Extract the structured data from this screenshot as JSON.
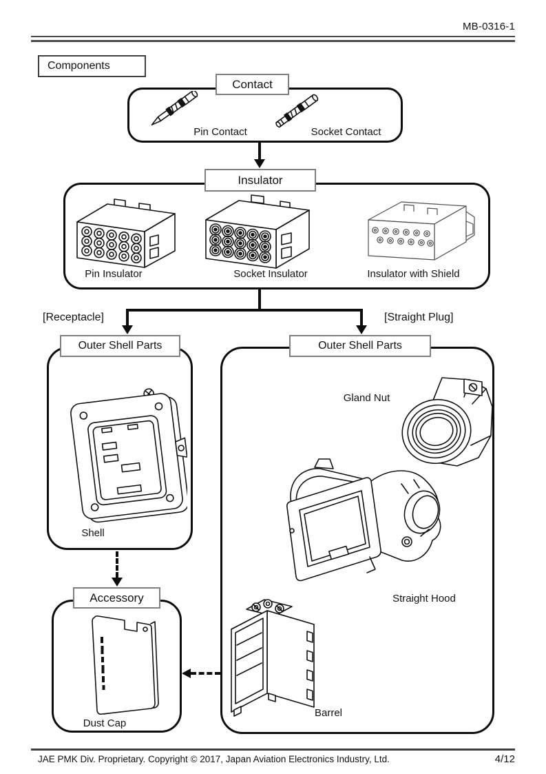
{
  "page": {
    "doc_number": "MB-0316-1",
    "title": "Components",
    "footer": {
      "copyright": "JAE PMK Div. Proprietary. Copyright ©  2017, Japan Aviation Electronics Industry, Ltd.",
      "page_number": "4/12"
    }
  },
  "diagram": {
    "contact": {
      "label": "Contact",
      "items": [
        {
          "label": "Pin Contact"
        },
        {
          "label": "Socket Contact"
        }
      ]
    },
    "insulator": {
      "label": "Insulator",
      "items": [
        {
          "label": "Pin Insulator"
        },
        {
          "label": "Socket Insulator"
        },
        {
          "label": "Insulator with Shield"
        }
      ]
    },
    "branches": {
      "receptacle": "[Receptacle]",
      "straight_plug": "[Straight Plug]"
    },
    "receptacle_shell": {
      "label": "Outer Shell Parts",
      "items": [
        {
          "label": "Shell"
        }
      ]
    },
    "accessory": {
      "label": "Accessory",
      "items": [
        {
          "label": "Dust Cap"
        }
      ]
    },
    "plug_shell": {
      "label": "Outer Shell Parts",
      "items": [
        {
          "label": "Gland Nut"
        },
        {
          "label": "Straight Hood"
        },
        {
          "label": "Barrel"
        }
      ]
    }
  },
  "illustrations": {
    "pin_contact": "pin-contact-line-art",
    "socket_contact": "socket-contact-line-art",
    "pin_insulator": "pin-insulator-line-art",
    "socket_insulator": "socket-insulator-line-art",
    "insulator_with_shield": "insulator-with-shield-line-art",
    "shell": "shell-line-art",
    "gland_nut": "gland-nut-line-art",
    "straight_hood": "straight-hood-line-art",
    "barrel": "barrel-line-art",
    "dust_cap": "dust-cap-line-art"
  },
  "colors": {
    "line": "#111111",
    "rule_gray": "#4a4a4a",
    "label_border": "#808080",
    "background": "#ffffff"
  }
}
